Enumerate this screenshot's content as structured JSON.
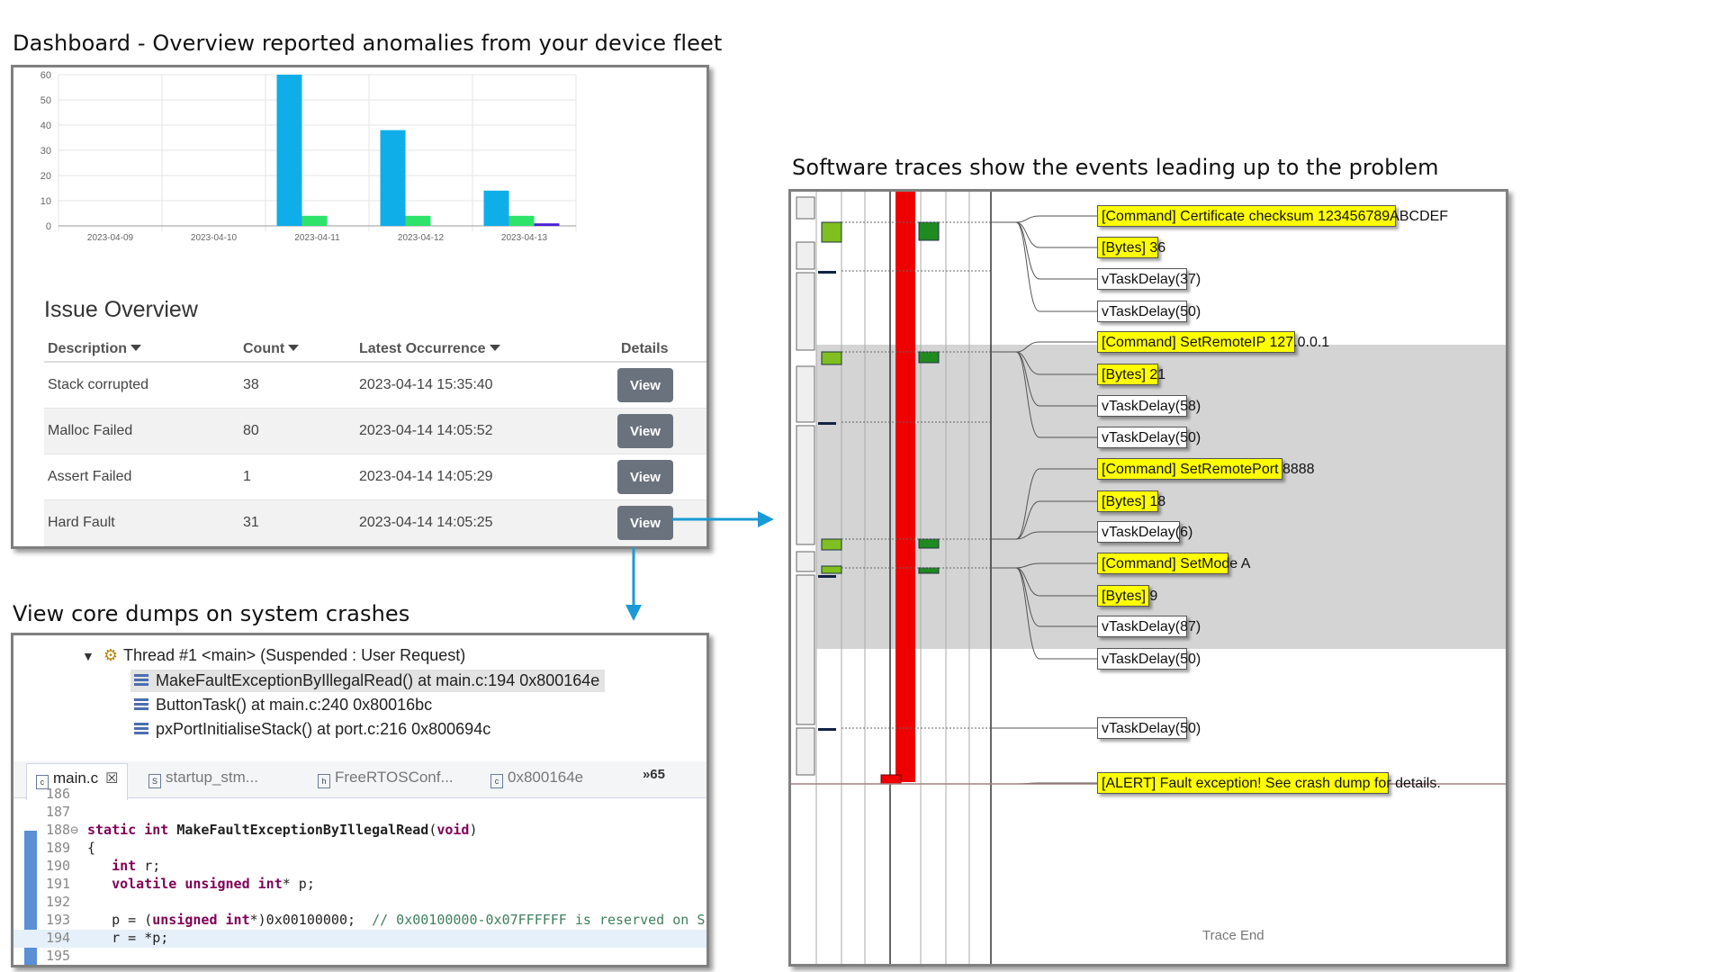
{
  "captions": {
    "dashboard": "Dashboard - Overview reported anomalies from your device fleet",
    "traces": "Software traces show the events leading up to the problem",
    "core_dumps": "View core dumps on system crashes"
  },
  "colors": {
    "bar_blue": "#10aee8",
    "bar_green": "#2ee36a",
    "bar_purple": "#4a1fd6",
    "button_gray": "#6a737d",
    "arrow_blue": "#1a9ad6",
    "trace_red": "#ee0000",
    "label_yellow": "#ffff00"
  },
  "chart_data": {
    "type": "bar",
    "categories": [
      "2023-04-09",
      "2023-04-10",
      "2023-04-11",
      "2023-04-12",
      "2023-04-13"
    ],
    "series": [
      {
        "values": [
          0,
          0,
          60,
          38,
          14
        ]
      },
      {
        "values": [
          0,
          0,
          4,
          4,
          4
        ]
      },
      {
        "values": [
          0,
          0,
          0,
          0,
          1
        ]
      }
    ],
    "yticks": [
      0,
      10,
      20,
      30,
      40,
      50,
      60
    ],
    "ylim": [
      0,
      60
    ],
    "grid": true
  },
  "issues": {
    "title": "Issue Overview",
    "headers": {
      "description": "Description",
      "count": "Count",
      "latest": "Latest Occurrence",
      "details": "Details"
    },
    "rows": [
      {
        "description": "Stack corrupted",
        "count": "38",
        "latest": "2023-04-14 15:35:40",
        "action": "View"
      },
      {
        "description": "Malloc Failed",
        "count": "80",
        "latest": "2023-04-14 14:05:52",
        "action": "View"
      },
      {
        "description": "Assert Failed",
        "count": "1",
        "latest": "2023-04-14 14:05:29",
        "action": "View"
      },
      {
        "description": "Hard Fault",
        "count": "31",
        "latest": "2023-04-14 14:05:25",
        "action": "View"
      }
    ]
  },
  "core_dump": {
    "thread": "Thread #1 <main> (Suspended : User Request)",
    "frames": [
      "MakeFaultExceptionByIllegalRead() at main.c:194 0x800164e",
      "ButtonTask() at main.c:240 0x80016bc",
      "pxPortInitialiseStack() at port.c:216 0x800694c"
    ],
    "tabs": [
      "main.c",
      "startup_stm...",
      "FreeRTOSConf...",
      "0x800164e"
    ],
    "tab_icons": [
      "c",
      "S",
      "h",
      "c"
    ],
    "overflow": "»65",
    "code_lines": [
      {
        "n": "186",
        "text": ""
      },
      {
        "n": "187",
        "text": ""
      },
      {
        "n": "188⊖",
        "text": "static int MakeFaultExceptionByIllegalRead(void)"
      },
      {
        "n": "189",
        "text": "{"
      },
      {
        "n": "190",
        "text": "   int r;"
      },
      {
        "n": "191",
        "text": "   volatile unsigned int* p;"
      },
      {
        "n": "192",
        "text": ""
      },
      {
        "n": "193",
        "text": "   p = (unsigned int*)0x00100000;  // 0x00100000-0x07FFFFFF is reserved on S"
      },
      {
        "n": "194",
        "text": "   r = *p;"
      },
      {
        "n": "195",
        "text": ""
      }
    ]
  },
  "trace": {
    "labels": [
      {
        "text": "[Command] Certificate checksum 123456789ABCDEF",
        "type": "cmd"
      },
      {
        "text": "[Bytes] 36",
        "type": "cmd"
      },
      {
        "text": "vTaskDelay(37)",
        "type": "plain"
      },
      {
        "text": "vTaskDelay(50)",
        "type": "plain"
      },
      {
        "text": "[Command] SetRemoteIP 127.0.0.1",
        "type": "cmd"
      },
      {
        "text": "[Bytes] 21",
        "type": "cmd"
      },
      {
        "text": "vTaskDelay(58)",
        "type": "plain"
      },
      {
        "text": "vTaskDelay(50)",
        "type": "plain"
      },
      {
        "text": "[Command] SetRemotePort 8888",
        "type": "cmd"
      },
      {
        "text": "[Bytes] 18",
        "type": "cmd"
      },
      {
        "text": "vTaskDelay(6)",
        "type": "plain"
      },
      {
        "text": "[Command] SetMode A",
        "type": "cmd"
      },
      {
        "text": "[Bytes] 9",
        "type": "cmd"
      },
      {
        "text": "vTaskDelay(87)",
        "type": "plain"
      },
      {
        "text": "vTaskDelay(50)",
        "type": "plain"
      },
      {
        "text": "vTaskDelay(50)",
        "type": "plain"
      },
      {
        "text": "[ALERT] Fault exception! See crash dump for details.",
        "type": "cmd"
      }
    ],
    "end_text": "Trace End"
  }
}
